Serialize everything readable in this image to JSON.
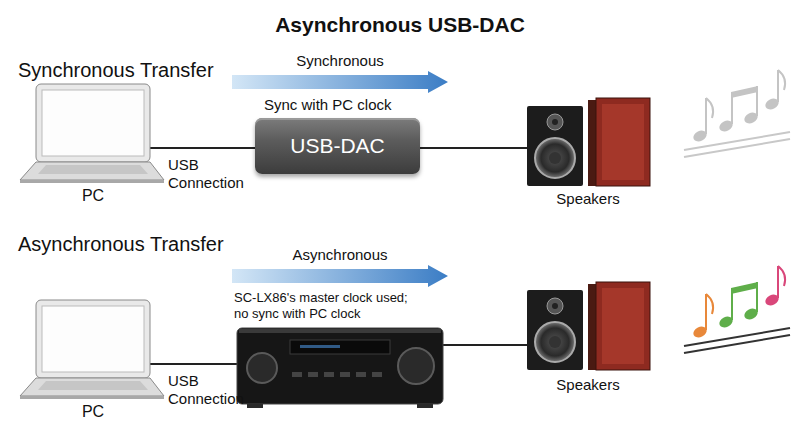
{
  "diagram": {
    "title": "Asynchronous USB-DAC",
    "nodes": [
      {
        "text": [
          "USB-DAC"
        ]
      }
    ],
    "labels": [
      "Synchronous Transfer",
      "Synchronous",
      "Sync with PC clock",
      "USB Connection",
      "PC",
      "Speakers",
      "Asynchronous Transfer",
      "Asynchronous",
      "SC-LX86's master clock used; no sync with PC clock",
      "USB Connection",
      "PC",
      "Speakers"
    ]
  }
}
